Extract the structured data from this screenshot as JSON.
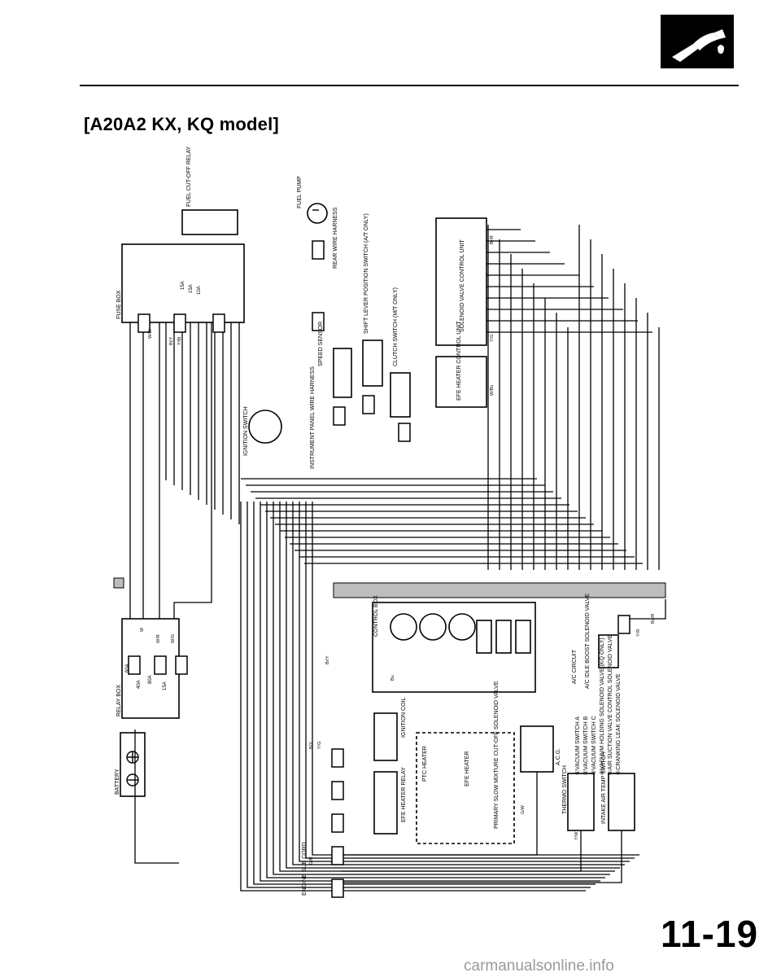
{
  "header": {
    "icon": "fuel-nozzle-icon"
  },
  "page": {
    "subtitle": "[A20A2 KX, KQ model]",
    "number": "11-19",
    "watermark": "carmanualsonline.info"
  },
  "colors": {
    "ink": "#000000",
    "background": "#ffffff",
    "shade": "#bdbdbd"
  },
  "components": {
    "fuel_cutoff_relay": "FUEL CUT-OFF RELAY",
    "fuel_box": "FUSE BOX",
    "fuel_pump": "FUEL PUMP",
    "rear_wire_harness": "REAR WIRE HARNESS",
    "ignition_switch": "IGNITION SWITCH",
    "speed_sensor": "SPEED SENSOR",
    "shift_lever_switch": "SHIFT LEVER POSITION SWITCH (A/T ONLY)",
    "clutch_switch": "CLUTCH SWITCH (M/T ONLY)",
    "instrument_panel_harness": "INSTRUMENT PANEL WIRE HARNESS",
    "solenoid_control_unit": "SOLENOID VALVE CONTROL UNIT",
    "efe_heater_control": "EFE HEATER CONTROL UNIT",
    "relay_box": "RELAY BOX",
    "battery": "BATTERY",
    "engine_sub_cord": "ENGINE SUB CORD",
    "control_box": "CONTROL BOX",
    "ac_circuit": "A/C CIRCUIT",
    "ac_idle_boost": "A/C IDLE BOOST SOLENOID VALVE",
    "ignition_coil": "IGNITION COIL",
    "efe_heater_relay": "EFE HEATER RELAY",
    "ptc_heater": "PTC HEATER",
    "efe_heater": "EFE HEATER",
    "primary_slow": "PRIMARY SLOW MIXTURE CUT-OFF SOLENOID VALVE",
    "acg": "A.C.G.",
    "thermo_switch": "THERMO SWITCH",
    "intake_air_temp": "INTAKE AIR TEMP SWITCH"
  },
  "legend": [
    "①VACUUM SWITCH A",
    "②VACUUM SWITCH B",
    "③VACUUM SWITCH C",
    "④VACUUM HOLDING SOLENOID VALVE (KQ ONLY)",
    "⑤AIR SUCTION VALVE CONTROL SOLENOID VALVE",
    "⑥CRANKING LEAK SOLENOID VALVE"
  ],
  "fuses": [
    "15A",
    "15A",
    "10A",
    "60A",
    "40A",
    "15A",
    "80A"
  ],
  "wire_colors": [
    "W/BI",
    "BI/Y",
    "Y/BI",
    "W/R",
    "W/G",
    "B/Y",
    "Y/G",
    "G/R",
    "Br/Y",
    "BI/R",
    "W/Bu",
    "Y/W",
    "Y/R",
    "Bu/R",
    "Bu",
    "Y/G",
    "G/W",
    "W"
  ]
}
